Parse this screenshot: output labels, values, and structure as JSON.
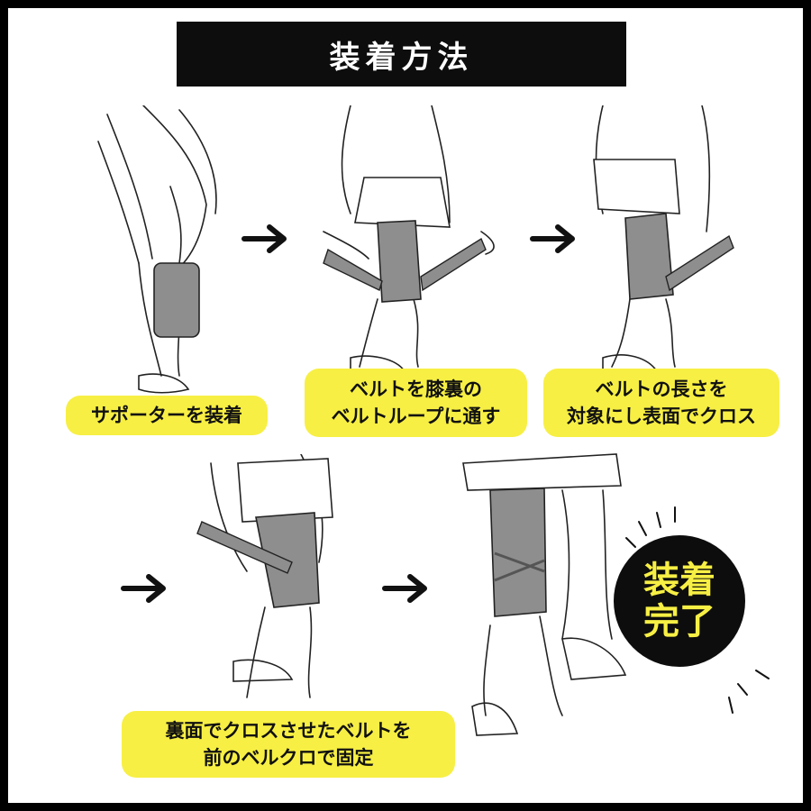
{
  "title": "装着方法",
  "steps": [
    {
      "lines": [
        "サポーターを装着"
      ]
    },
    {
      "lines": [
        "ベルトを膝裏の",
        "ベルトループに通す"
      ]
    },
    {
      "lines": [
        "ベルトの長さを",
        "対象にし表面でクロス"
      ]
    },
    {
      "lines": [
        "裏面でクロスさせたベルトを",
        "前のベルクロで固定"
      ]
    }
  ],
  "complete_badge": {
    "line1": "装着",
    "line2": "完了"
  },
  "colors": {
    "label_bg": "#f7ef44",
    "frame": "#000000",
    "supporter": "#8e8e8e"
  },
  "icons": [
    "right-arrow-icon",
    "burst-lines-icon"
  ]
}
